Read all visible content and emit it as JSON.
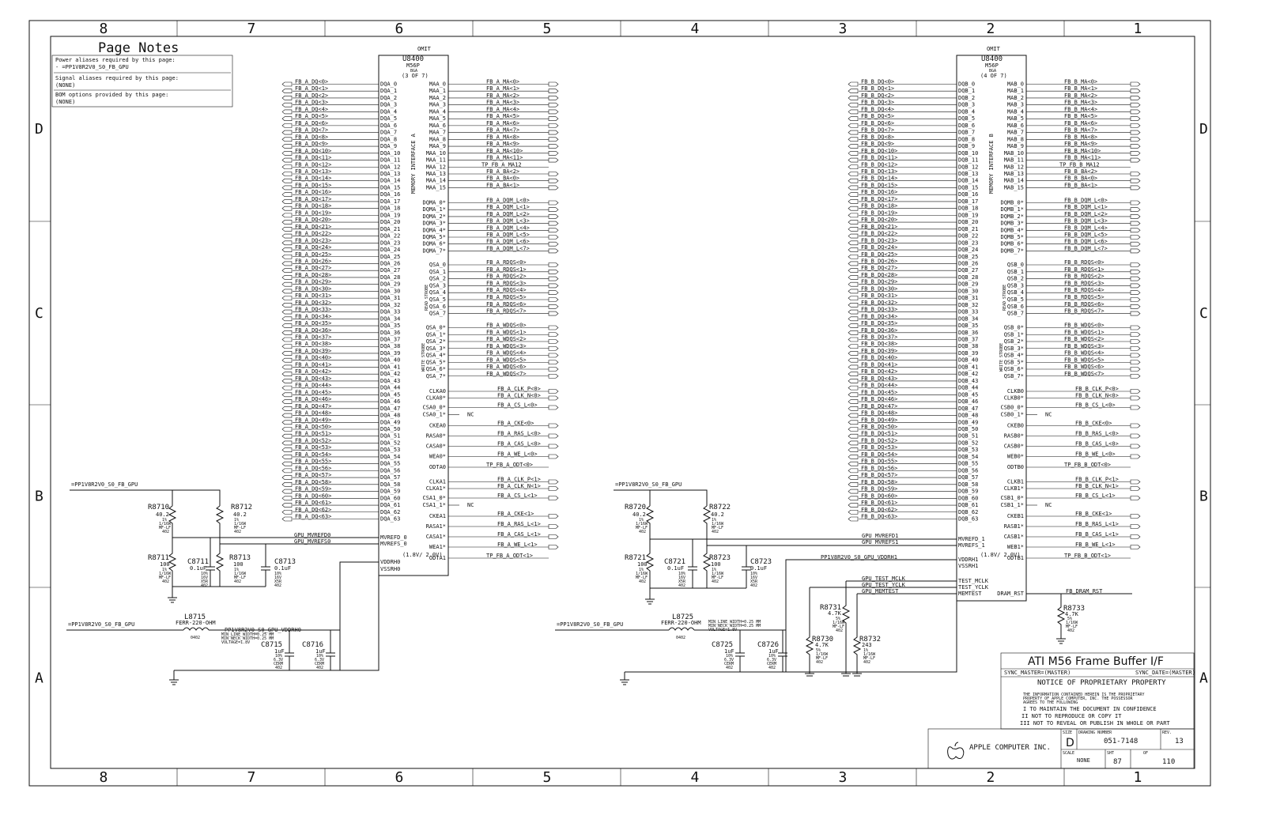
{
  "frame": {
    "columns_top": [
      "8",
      "7",
      "6",
      "5",
      "4",
      "3",
      "2",
      "1"
    ],
    "columns_bottom": [
      "8",
      "7",
      "6",
      "5",
      "4",
      "3",
      "2",
      "1"
    ],
    "rows_left": [
      "D",
      "C",
      "B",
      "A"
    ],
    "rows_right": [
      "D",
      "C",
      "B",
      "A"
    ]
  },
  "page_notes": {
    "heading": "Page Notes",
    "power_title": "Power aliases required by this page:",
    "power_value": "- =PP1V8R2V0_S0_FB_GPU",
    "signal_title": "Signal aliases required by this page:",
    "signal_value": "(NONE)",
    "bom_title": "BOM options provided by this page:",
    "bom_value": "(NONE)"
  },
  "chip_a": {
    "omit": "OMIT",
    "ref": "U8400",
    "part": "M56P",
    "pkg": "BGA",
    "unit": "(3 OF 7)",
    "interface_label": "MEMORY INTERFACE A",
    "read_strobe": "READ STROBE",
    "write_strobe": "WRITE STROBE",
    "dq_prefix": "DQA_",
    "dq_net_prefix": "FB_A_DQ",
    "ma_pins": [
      "MAA_0",
      "MAA_1",
      "MAA_2",
      "MAA_3",
      "MAA_4",
      "MAA_5",
      "MAA_6",
      "MAA_7",
      "MAA_8",
      "MAA_9",
      "MAA_10",
      "MAA_11",
      "MAA_12",
      "MAA_13",
      "MAA_14",
      "MAA_15"
    ],
    "ma_nets": [
      "FB_A_MA<0>",
      "FB_A_MA<1>",
      "FB_A_MA<2>",
      "FB_A_MA<3>",
      "FB_A_MA<4>",
      "FB_A_MA<5>",
      "FB_A_MA<6>",
      "FB_A_MA<7>",
      "FB_A_MA<8>",
      "FB_A_MA<9>",
      "FB_A_MA<10>",
      "FB_A_MA<11>",
      "TP_FB_A_MA12",
      "FB_A_BA<2>",
      "FB_A_BA<0>",
      "FB_A_BA<1>"
    ],
    "dqm_pins": [
      "DQMA_0*",
      "DQMA_1*",
      "DQMA_2*",
      "DQMA_3*",
      "DQMA_4*",
      "DQMA_5*",
      "DQMA_6*",
      "DQMA_7*"
    ],
    "dqm_nets": [
      "FB_A_DQM_L<0>",
      "FB_A_DQM_L<1>",
      "FB_A_DQM_L<2>",
      "FB_A_DQM_L<3>",
      "FB_A_DQM_L<4>",
      "FB_A_DQM_L<5>",
      "FB_A_DQM_L<6>",
      "FB_A_DQM_L<7>"
    ],
    "qs_pins": [
      "QSA_0",
      "QSA_1",
      "QSA_2",
      "QSA_3",
      "QSA_4",
      "QSA_5",
      "QSA_6",
      "QSA_7"
    ],
    "qs_nets": [
      "FB_A_RDQS<0>",
      "FB_A_RDQS<1>",
      "FB_A_RDQS<2>",
      "FB_A_RDQS<3>",
      "FB_A_RDQS<4>",
      "FB_A_RDQS<5>",
      "FB_A_RDQS<6>",
      "FB_A_RDQS<7>"
    ],
    "qsn_pins": [
      "QSA_0*",
      "QSA_1*",
      "QSA_2*",
      "QSA_3*",
      "QSA_4*",
      "QSA_5*",
      "QSA_6*",
      "QSA_7*"
    ],
    "qsn_nets": [
      "FB_A_WDQS<0>",
      "FB_A_WDQS<1>",
      "FB_A_WDQS<2>",
      "FB_A_WDQS<3>",
      "FB_A_WDQS<4>",
      "FB_A_WDQS<5>",
      "FB_A_WDQS<6>",
      "FB_A_WDQS<7>"
    ],
    "ctrl_pins": [
      "CLKA0",
      "CLKA0*",
      "CSA0_0*",
      "CSA0_1*",
      "CKEA0",
      "RASA0*",
      "CASA0*",
      "WEA0*",
      "ODTA0",
      "CLKA1",
      "CLKA1*",
      "CSA1_0*",
      "CSA1_1*",
      "CKEA1",
      "RASA1*",
      "CASA1*",
      "WEA1*",
      "ODTA1"
    ],
    "ctrl_nets": [
      "FB_A_CLK_P<0>",
      "FB_A_CLK_N<0>",
      "FB_A_CS_L<0>",
      "NC",
      "FB_A_CKE<0>",
      "FB_A_RAS_L<0>",
      "FB_A_CAS_L<0>",
      "FB_A_WE_L<0>",
      "TP_FB_A_ODT<0>",
      "FB_A_CLK_P<1>",
      "FB_A_CLK_N<1>",
      "FB_A_CS_L<1>",
      "NC",
      "FB_A_CKE<1>",
      "FB_A_RAS_L<1>",
      "FB_A_CAS_L<1>",
      "FB_A_WE_L<1>",
      "TP_FB_A_ODT<1>"
    ],
    "ref_pins": [
      "MVREFD_0",
      "MVREFS_0",
      "VDDRH0",
      "VSSRH0"
    ],
    "ref_nets": [
      "GPU_MVREFD0",
      "GPU_MVREFS0"
    ],
    "vddr_note": "(1.8V/ 2.0V)"
  },
  "chip_b": {
    "omit": "OMIT",
    "ref": "U8400",
    "part": "M56P",
    "pkg": "BGA",
    "unit": "(4 OF 7)",
    "interface_label": "MEMORY INTERFACE B",
    "read_strobe": "READ STROBE",
    "write_strobe": "WRITE STROBE",
    "dq_prefix": "DQB_",
    "dq_net_prefix": "FB_B_DQ",
    "ma_pins": [
      "MAB_0",
      "MAB_1",
      "MAB_2",
      "MAB_3",
      "MAB_4",
      "MAB_5",
      "MAB_6",
      "MAB_7",
      "MAB_8",
      "MAB_9",
      "MAB_10",
      "MAB_11",
      "MAB_12",
      "MAB_13",
      "MAB_14",
      "MAB_15"
    ],
    "ma_nets": [
      "FB_B_MA<0>",
      "FB_B_MA<1>",
      "FB_B_MA<2>",
      "FB_B_MA<3>",
      "FB_B_MA<4>",
      "FB_B_MA<5>",
      "FB_B_MA<6>",
      "FB_B_MA<7>",
      "FB_B_MA<8>",
      "FB_B_MA<9>",
      "FB_B_MA<10>",
      "FB_B_MA<11>",
      "TP_FB_B_MA12",
      "FB_B_BA<2>",
      "FB_B_BA<0>",
      "FB_B_BA<1>"
    ],
    "dqm_pins": [
      "DQMB_0*",
      "DQMB_1*",
      "DQMB_2*",
      "DQMB_3*",
      "DQMB_4*",
      "DQMB_5*",
      "DQMB_6*",
      "DQMB_7*"
    ],
    "dqm_nets": [
      "FB_B_DQM_L<0>",
      "FB_B_DQM_L<1>",
      "FB_B_DQM_L<2>",
      "FB_B_DQM_L<3>",
      "FB_B_DQM_L<4>",
      "FB_B_DQM_L<5>",
      "FB_B_DQM_L<6>",
      "FB_B_DQM_L<7>"
    ],
    "qs_pins": [
      "QSB_0",
      "QSB_1",
      "QSB_2",
      "QSB_3",
      "QSB_4",
      "QSB_5",
      "QSB_6",
      "QSB_7"
    ],
    "qs_nets": [
      "FB_B_RDQS<0>",
      "FB_B_RDQS<1>",
      "FB_B_RDQS<2>",
      "FB_B_RDQS<3>",
      "FB_B_RDQS<4>",
      "FB_B_RDQS<5>",
      "FB_B_RDQS<6>",
      "FB_B_RDQS<7>"
    ],
    "qsn_pins": [
      "QSB_0*",
      "QSB_1*",
      "QSB_2*",
      "QSB_3*",
      "QSB_4*",
      "QSB_5*",
      "QSB_6*",
      "QSB_7*"
    ],
    "qsn_nets": [
      "FB_B_WDQS<0>",
      "FB_B_WDQS<1>",
      "FB_B_WDQS<2>",
      "FB_B_WDQS<3>",
      "FB_B_WDQS<4>",
      "FB_B_WDQS<5>",
      "FB_B_WDQS<6>",
      "FB_B_WDQS<7>"
    ],
    "ctrl_pins": [
      "CLKB0",
      "CLKB0*",
      "CSB0_0*",
      "CSB0_1*",
      "CKEB0",
      "RASB0*",
      "CASB0*",
      "WEB0*",
      "ODTB0",
      "CLKB1",
      "CLKB1*",
      "CSB1_0*",
      "CSB1_1*",
      "CKEB1",
      "RASB1*",
      "CASB1*",
      "WEB1*",
      "ODTB1"
    ],
    "ctrl_nets": [
      "FB_B_CLK_P<0>",
      "FB_B_CLK_N<0>",
      "FB_B_CS_L<0>",
      "NC",
      "FB_B_CKE<0>",
      "FB_B_RAS_L<0>",
      "FB_B_CAS_L<0>",
      "FB_B_WE_L<0>",
      "TP_FB_B_ODT<0>",
      "FB_B_CLK_P<1>",
      "FB_B_CLK_N<1>",
      "FB_B_CS_L<1>",
      "NC",
      "FB_B_CKE<1>",
      "FB_B_RAS_L<1>",
      "FB_B_CAS_L<1>",
      "FB_B_WE_L<1>",
      "TP_FB_B_ODT<1>"
    ],
    "ref_pins": [
      "MVREFD_1",
      "MVREFS_1",
      "VDDRH1",
      "VSSRH1",
      "TEST_MCLK",
      "TEST_YCLK",
      "MEMTEST",
      "DRAM_RST"
    ],
    "ref_nets": [
      "GPU_MVREFD1",
      "GPU_MVREFS1",
      "PP1V8R2V0_S0_GPU_VDDRH1",
      "GPU_TEST_MCLK",
      "GPU_TEST_YCLK",
      "GPU_MEMTEST",
      "FB_DRAM_RST"
    ],
    "vddr_note": "(1.8V/ 2.0V)"
  },
  "power_nets": {
    "rail_a": "=PP1V8R2V0_S0_FB_GPU",
    "rail_b": "=PP1V8R2V0_S0_FB_GPU",
    "rail_l_a": "=PP1V8R2V0_S0_FB_GPU",
    "rail_l_b": "=PP1V8R2V0_S0_FB_GPU",
    "vddrh0": "PP1V8R2V0_S0_GPU_VDDRH0",
    "line_note_1": "MIN_LINE_WIDTH=0.25 MM",
    "line_note_2": "MIN_NECK_WIDTH=0.25 MM",
    "line_note_3": "VOLTAGE=1.8V"
  },
  "parts": {
    "r8710": {
      "ref": "R8710",
      "val": "40.2",
      "tol": "1%",
      "pwr": "1/16W",
      "tech": "MF-LF",
      "pkg": "402"
    },
    "r8712": {
      "ref": "R8712",
      "val": "40.2",
      "tol": "1%",
      "pwr": "1/16W",
      "tech": "MF-LF",
      "pkg": "402"
    },
    "r8711": {
      "ref": "R8711",
      "val": "100",
      "tol": "1%",
      "pwr": "1/16W",
      "tech": "MF-LF",
      "pkg": "402"
    },
    "r8713": {
      "ref": "R8713",
      "val": "100",
      "tol": "1%",
      "pwr": "1/16W",
      "tech": "MF-LF",
      "pkg": "402"
    },
    "c8711": {
      "ref": "C8711",
      "val": "0.1uF",
      "tol": "10%",
      "v": "16V",
      "die": "X5R",
      "pkg": "402"
    },
    "c8713": {
      "ref": "C8713",
      "val": "0.1uF",
      "tol": "10%",
      "v": "16V",
      "die": "X5R",
      "pkg": "402"
    },
    "r8720": {
      "ref": "R8720",
      "val": "40.2",
      "tol": "1%",
      "pwr": "1/16W",
      "tech": "MF-LF",
      "pkg": "402"
    },
    "r8722": {
      "ref": "R8722",
      "val": "40.2",
      "tol": "1%",
      "pwr": "1/16W",
      "tech": "MF-LF",
      "pkg": "402"
    },
    "r8721": {
      "ref": "R8721",
      "val": "100",
      "tol": "1%",
      "pwr": "1/16W",
      "tech": "MF-LF",
      "pkg": "402"
    },
    "r8723": {
      "ref": "R8723",
      "val": "100",
      "tol": "1%",
      "pwr": "1/16W",
      "tech": "MF-LF",
      "pkg": "402"
    },
    "c8721": {
      "ref": "C8721",
      "val": "0.1uF",
      "tol": "10%",
      "v": "16V",
      "die": "X5R",
      "pkg": "402"
    },
    "c8723": {
      "ref": "C8723",
      "val": "0.1uF",
      "tol": "10%",
      "v": "16V",
      "die": "X5R",
      "pkg": "402"
    },
    "l8715": {
      "ref": "L8715",
      "val": "FERR-220-OHM",
      "pkg": "0402"
    },
    "l8725": {
      "ref": "L8725",
      "val": "FERR-220-OHM",
      "pkg": "0402"
    },
    "c8715": {
      "ref": "C8715",
      "val": "1uF",
      "tol": "10%",
      "v": "6.3V",
      "die": "CERM",
      "pkg": "402"
    },
    "c8716": {
      "ref": "C8716",
      "val": "1uF",
      "tol": "10%",
      "v": "6.3V",
      "die": "CERM",
      "pkg": "402"
    },
    "c8725": {
      "ref": "C8725",
      "val": "1uF",
      "tol": "10%",
      "v": "6.3V",
      "die": "CERM",
      "pkg": "402"
    },
    "c8726": {
      "ref": "C8726",
      "val": "1uF",
      "tol": "10%",
      "v": "6.3V",
      "die": "CERM",
      "pkg": "402"
    },
    "r8731": {
      "ref": "R8731",
      "val": "4.7K",
      "tol": "5%",
      "pwr": "1/16W",
      "tech": "MF-LF",
      "pkg": "402"
    },
    "r8730": {
      "ref": "R8730",
      "val": "4.7K",
      "tol": "5%",
      "pwr": "1/16W",
      "tech": "MF-LF",
      "pkg": "402"
    },
    "r8732": {
      "ref": "R8732",
      "val": "243",
      "tol": "1%",
      "pwr": "1/16W",
      "tech": "MF-LF",
      "pkg": "402"
    },
    "r8733": {
      "ref": "R8733",
      "val": "4.7K",
      "tol": "5%",
      "pwr": "1/16W",
      "tech": "MF-LF",
      "pkg": "402"
    }
  },
  "title_block": {
    "title": "ATI M56 Frame Buffer I/F",
    "sync_master": "SYNC_MASTER=(MASTER)",
    "sync_date": "SYNC_DATE=(MASTER)",
    "notice_title": "NOTICE OF PROPRIETARY PROPERTY",
    "notice_1": "THE INFORMATION CONTAINED HEREIN IS THE PROPRIETARY",
    "notice_2": "PROPERTY OF APPLE COMPUTER, INC. THE POSSESSOR",
    "notice_3": "AGREES TO THE FOLLOWING",
    "notice_i": "I TO MAINTAIN THE DOCUMENT IN CONFIDENCE",
    "notice_ii": "II NOT TO REPRODUCE OR COPY IT",
    "notice_iii": "III NOT TO REVEAL OR PUBLISH IN WHOLE OR PART",
    "company": "APPLE COMPUTER INC.",
    "size_label": "SIZE",
    "size": "D",
    "dwg_label": "DRAWING NUMBER",
    "dwg": "051-7148",
    "rev_label": "REV.",
    "rev": "13",
    "scale_label": "SCALE",
    "scale": "NONE",
    "sht_label": "SHT",
    "sht": "87",
    "of_label": "OF",
    "of": "110"
  }
}
